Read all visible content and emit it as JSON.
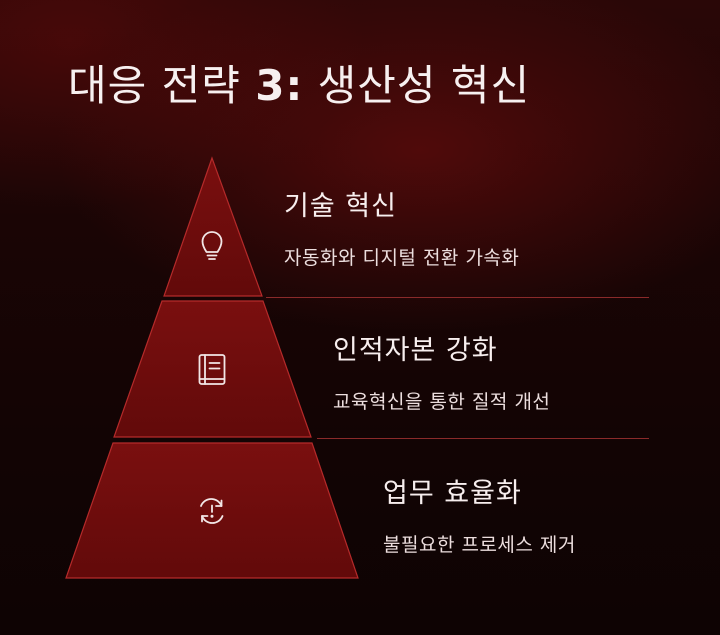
{
  "title": {
    "prefix": "대응 전략 ",
    "number": "3:",
    "suffix": " 생산성 혁신"
  },
  "tiers": [
    {
      "heading": "기술 혁신",
      "description": "자동화와 디지털 전환 가속화",
      "icon": "lightbulb-icon"
    },
    {
      "heading": "인적자본 강화",
      "description": "교육혁신을 통한 질적 개선",
      "icon": "book-icon"
    },
    {
      "heading": "업무 효율화",
      "description": "불필요한 프로세스 제거",
      "icon": "refresh-alert-icon"
    }
  ],
  "colors": {
    "tier_fill": "#6e0c0c",
    "tier_stroke": "#b52a2a",
    "divider": "#8a2a2a",
    "text": "#f4ecec"
  }
}
